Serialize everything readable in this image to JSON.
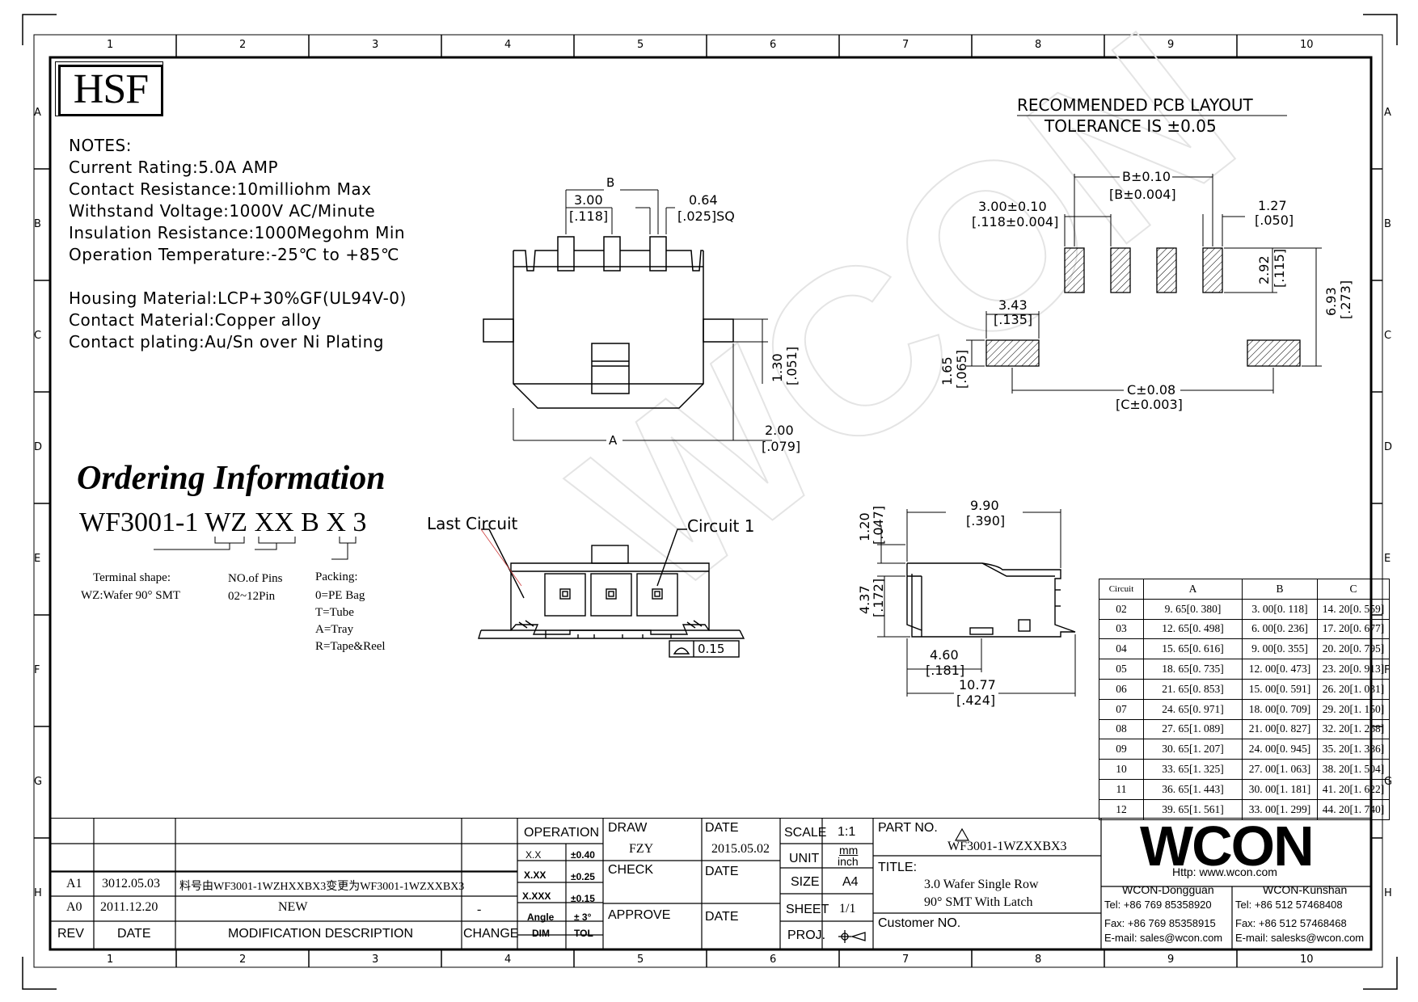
{
  "frame": {
    "columns": [
      "1",
      "2",
      "3",
      "4",
      "5",
      "6",
      "7",
      "8",
      "9",
      "10"
    ],
    "rows": [
      "A",
      "B",
      "C",
      "D",
      "E",
      "F",
      "G",
      "H"
    ]
  },
  "hsf": "HSF",
  "notes": [
    "NOTES:",
    "Current  Rating:5.0A  AMP",
    "Contact  Resistance:10milliohm  Max",
    "Withstand  Voltage:1000V  AC/Minute",
    "Insulation  Resistance:1000Megohm  Min",
    "Operation  Temperature:-25℃  to  +85℃",
    "",
    "Housing  Material:LCP+30%GF(UL94V-0)",
    "Contact  Material:Copper  alloy",
    "Contact  plating:Au/Sn  over  Ni  Plating"
  ],
  "pcb": {
    "title": "RECOMMENDED  PCB  LAYOUT",
    "tolerance": "TOLERANCE  IS  ±0.05",
    "dim_b": "B±0.10",
    "dim_b_in": "[B±0.004]",
    "dim_pitch": "3.00±0.10",
    "dim_pitch_in": "[.118±0.004]",
    "dim_pad_w": "1.27",
    "dim_pad_w_in": "[.050]",
    "dim_pad_h": "2.92",
    "dim_pad_h_in": "[.115]",
    "dim_total_h": "6.93",
    "dim_total_h_in": "[.273]",
    "dim_peg_w": "3.43",
    "dim_peg_w_in": "[.135]",
    "dim_peg_h": "1.65",
    "dim_peg_h_in": "[.065]",
    "dim_c": "C±0.08",
    "dim_c_in": "[C±0.003]"
  },
  "top_view": {
    "dim_b": "B",
    "dim_pitch": "3.00",
    "dim_pitch_in": "[.118]",
    "dim_pin": "0.64",
    "dim_pin_in": "[.025]SQ",
    "dim_tab": "1.30",
    "dim_tab_in": "[.051]",
    "dim_a": "A",
    "dim_edge": "2.00",
    "dim_edge_in": "[.079]"
  },
  "front_view": {
    "last_circuit": "Last  Circuit",
    "circuit_1": "Circuit  1",
    "flatness": "0.15"
  },
  "side_view": {
    "dim_top": "1.20",
    "dim_top_in": "[.047]",
    "dim_len": "9.90",
    "dim_len_in": "[.390]",
    "dim_height": "4.37",
    "dim_height_in": "[.172]",
    "dim_mid": "4.60",
    "dim_mid_in": "[.181]",
    "dim_total": "10.77",
    "dim_total_in": "[.424]"
  },
  "ordering": {
    "title": "Ordering Information",
    "code": "WF3001-1  WZ XX B X 3",
    "terminal_label": "Terminal shape:",
    "terminal_value": "WZ:Wafer 90°  SMT",
    "pins_label": "NO.of Pins",
    "pins_value": "02~12Pin",
    "packing_label": "Packing:",
    "packing_values": [
      "0=PE Bag",
      "T=Tube",
      "A=Tray",
      "R=Tape&Reel"
    ]
  },
  "dim_table": {
    "headers": [
      "Circuit",
      "A",
      "B",
      "C"
    ],
    "rows": [
      [
        "02",
        "9. 65[0. 380]",
        "3. 00[0. 118]",
        "14. 20[0. 559]"
      ],
      [
        "03",
        "12. 65[0. 498]",
        "6. 00[0. 236]",
        "17. 20[0. 677]"
      ],
      [
        "04",
        "15. 65[0. 616]",
        "9. 00[0. 355]",
        "20. 20[0. 795]"
      ],
      [
        "05",
        "18. 65[0. 735]",
        "12. 00[0. 473]",
        "23. 20[0. 913]"
      ],
      [
        "06",
        "21. 65[0. 853]",
        "15. 00[0. 591]",
        "26. 20[1. 031]"
      ],
      [
        "07",
        "24. 65[0. 971]",
        "18. 00[0. 709]",
        "29. 20[1. 150]"
      ],
      [
        "08",
        "27. 65[1. 089]",
        "21. 00[0. 827]",
        "32. 20[1. 268]"
      ],
      [
        "09",
        "30. 65[1. 207]",
        "24. 00[0. 945]",
        "35. 20[1. 386]"
      ],
      [
        "10",
        "33. 65[1. 325]",
        "27. 00[1. 063]",
        "38. 20[1. 504]"
      ],
      [
        "11",
        "36. 65[1. 443]",
        "30. 00[1. 181]",
        "41. 20[1. 622]"
      ],
      [
        "12",
        "39. 65[1. 561]",
        "33. 00[1. 299]",
        "44. 20[1. 740]"
      ]
    ]
  },
  "revisions": {
    "rows": [
      {
        "rev": "A1",
        "date": "3012.05.03",
        "desc": "料号由WF3001-1WZHXXBX3变更为WF3001-1WZXXBX3",
        "change": ""
      },
      {
        "rev": "A0",
        "date": "2011.12.20",
        "desc": "NEW",
        "change": "-"
      }
    ],
    "h_rev": "REV",
    "h_date": "DATE",
    "h_desc": "MODIFICATION  DESCRIPTION",
    "h_change": "CHANGE"
  },
  "title_block": {
    "operation": "OPERATION",
    "tol_rows": [
      [
        "X.X",
        "±0.40"
      ],
      [
        "X.XX",
        "±0.25"
      ],
      [
        "X.XXX",
        "±0.15"
      ],
      [
        "Angle",
        "±  3°"
      ]
    ],
    "dim": "DIM",
    "tol": "TOL",
    "draw": "DRAW",
    "drawer": "FZY",
    "date_label": "DATE",
    "draw_date": "2015.05.02",
    "check": "CHECK",
    "check_date_label": "DATE",
    "approve": "APPROVE",
    "approve_date_label": "DATE",
    "scale": "SCALE",
    "scale_val": "1:1",
    "unit": "UNIT",
    "unit_mm": "mm",
    "unit_inch": "inch",
    "size": "SIZE",
    "size_val": "A4",
    "sheet": "SHEET",
    "sheet_val": "1/1",
    "proj": "PROJ.",
    "part_no_label": "PART  NO.",
    "part_no": "WF3001-1WZXXBX3",
    "title_label": "TITLE:",
    "title_1": "3.0 Wafer Single Row",
    "title_2": "90°  SMT With Latch",
    "customer": "Customer  NO."
  },
  "company": {
    "logo": "WCON",
    "http": "Http:  www.wcon.com",
    "dg_name": "WCON-Dongguan",
    "dg_tel": "Tel: +86  769  85358920",
    "dg_fax": "Fax: +86  769  85358915",
    "dg_mail": "E-mail:  sales@wcon.com",
    "ks_name": "WCON-Kunshan",
    "ks_tel": "Tel: +86  512  57468408",
    "ks_fax": "Fax: +86  512  57468468",
    "ks_mail": "E-mail:  salesks@wcon.com"
  },
  "watermark": "WCON",
  "colors": {
    "line": "#000000",
    "watermark": "#e8e8e8",
    "accent_red": "#d04040"
  }
}
